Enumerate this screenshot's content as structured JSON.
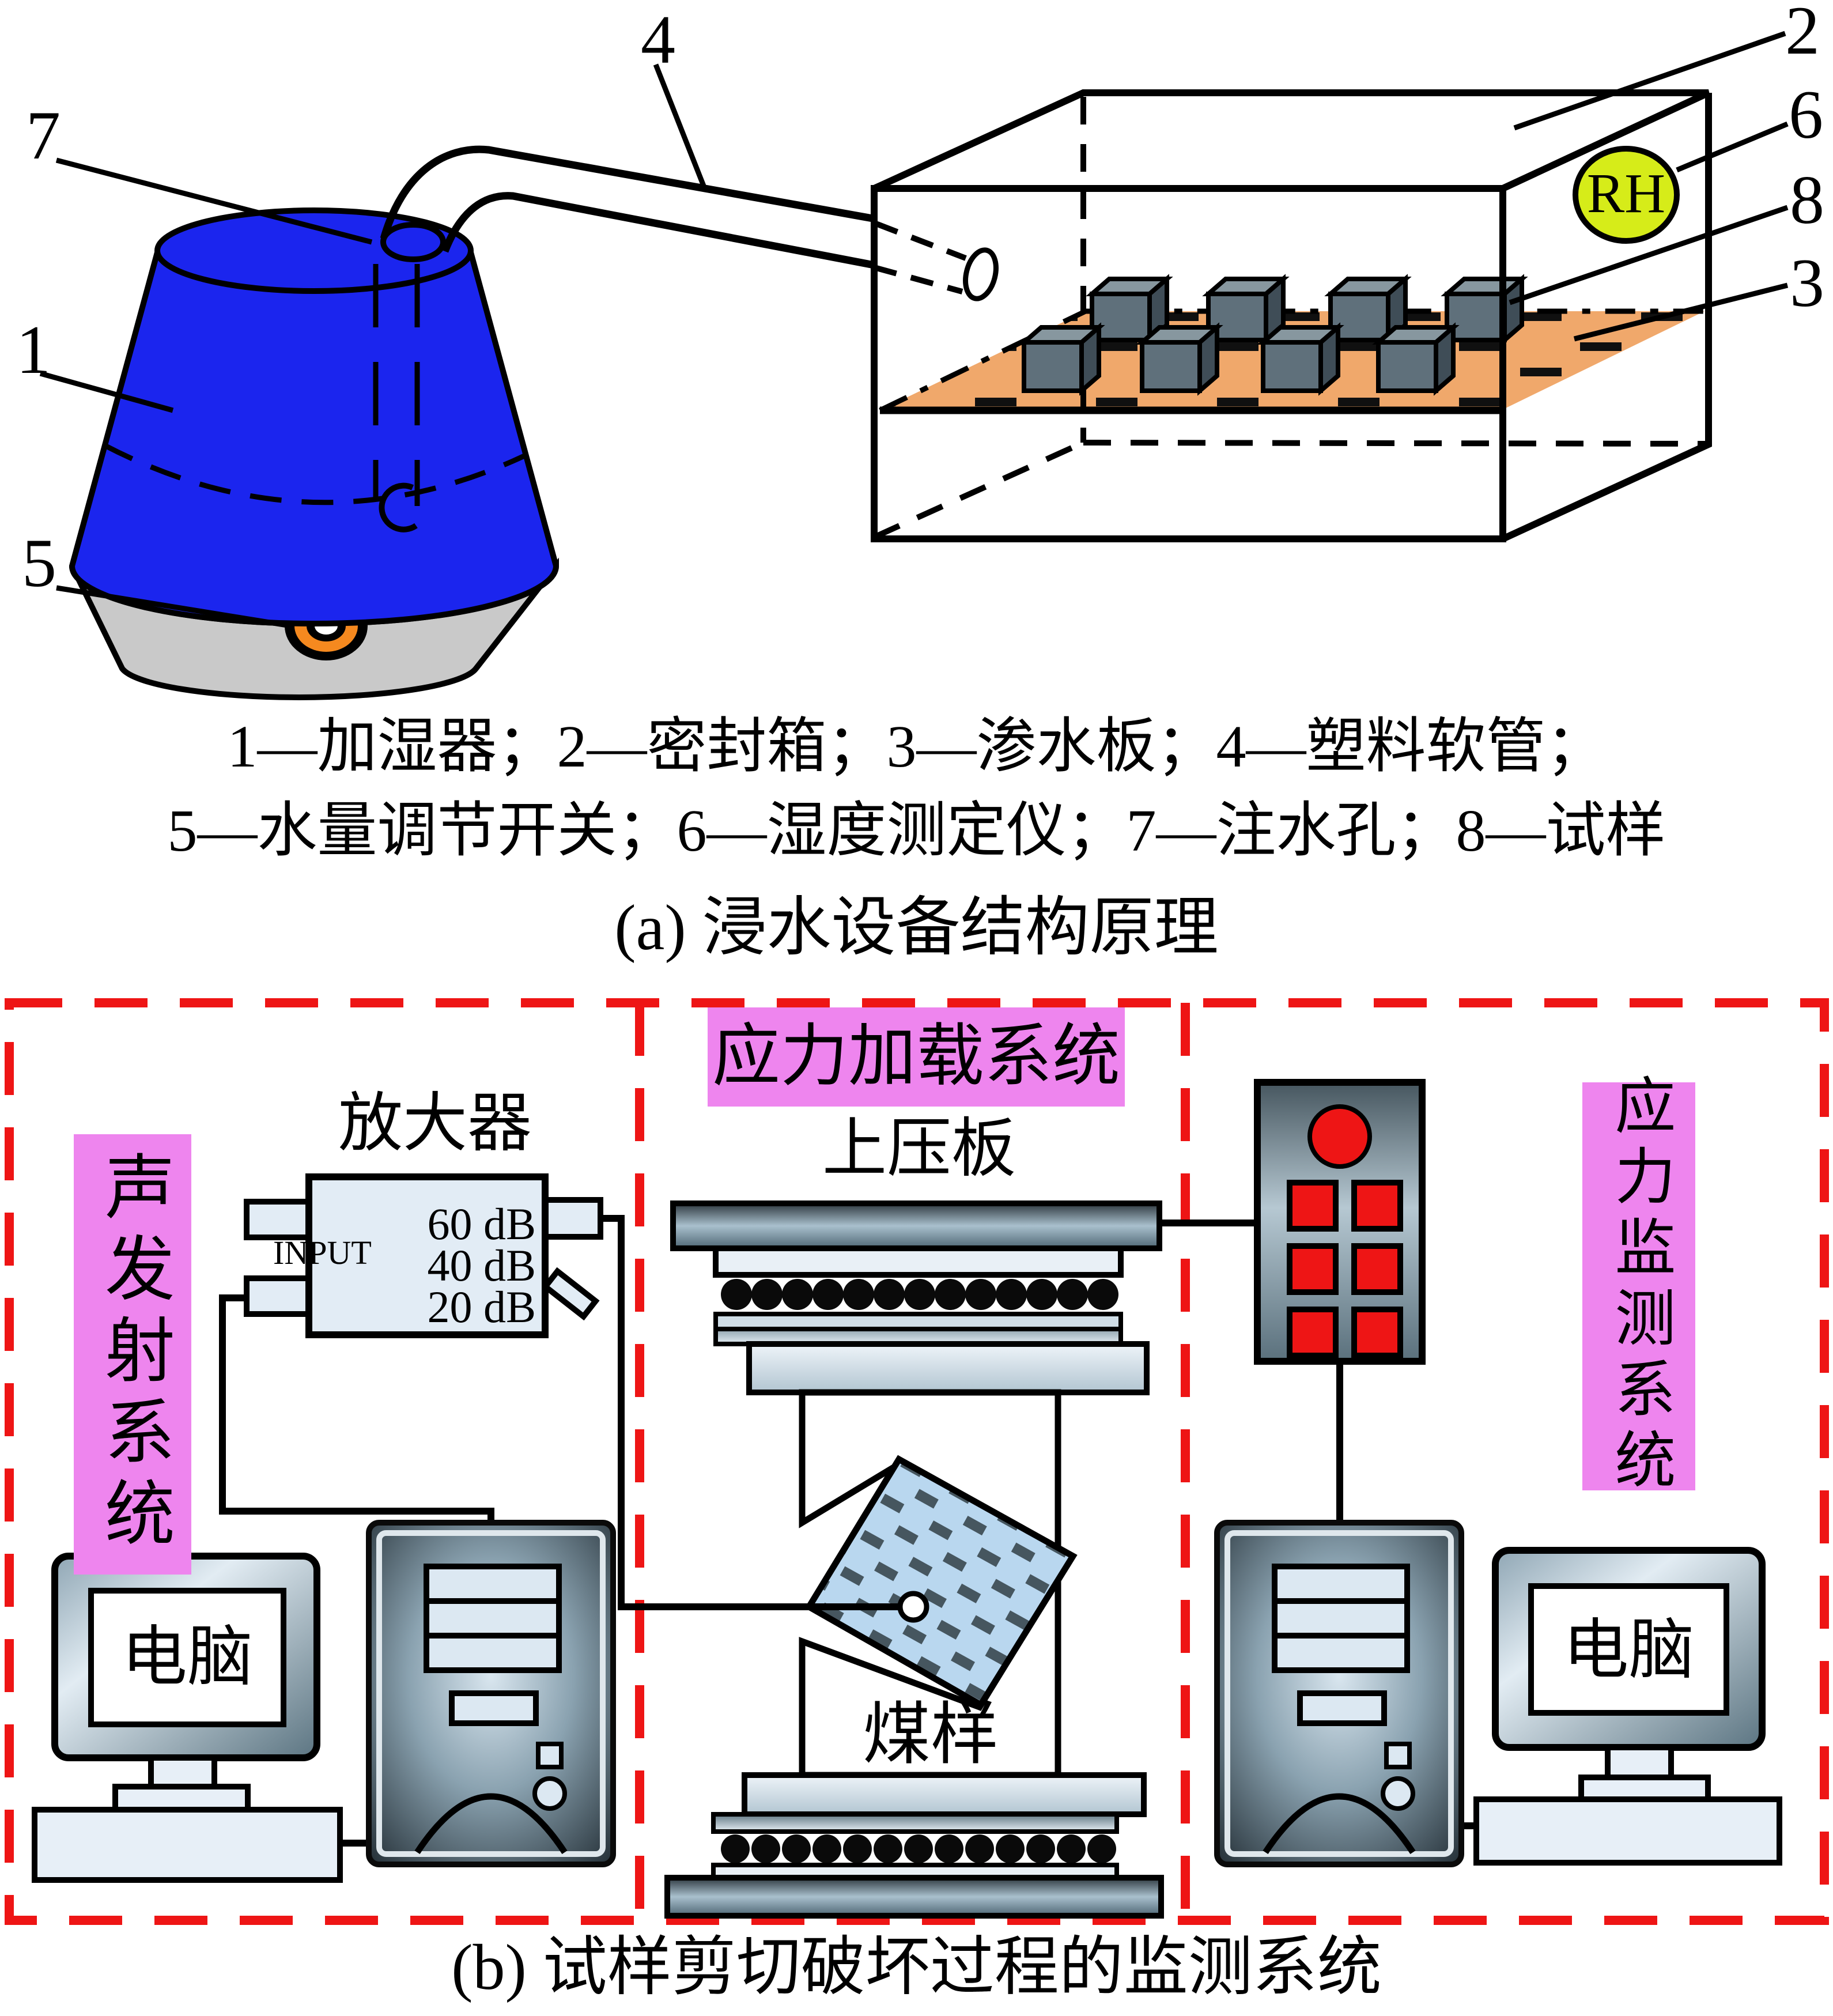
{
  "figure": {
    "part_a": {
      "callouts": {
        "1": "1",
        "2": "2",
        "3": "3",
        "4": "4",
        "5": "5",
        "6": "6",
        "7": "7",
        "8": "8"
      },
      "rh_label": "RH",
      "legend_line1": "1—加湿器；2—密封箱；3—渗水板；4—塑料软管；",
      "legend_line2": "5—水量调节开关；6—湿度测定仪；7—注水孔；8—试样",
      "caption": "(a) 浸水设备结构原理"
    },
    "part_b": {
      "ae_system_label": "声发射系统",
      "amplifier_title": "放大器",
      "input_label": "INPUT",
      "gain_labels": [
        "60 dB",
        "40 dB",
        "20 dB"
      ],
      "loading_system_label": "应力加载系统",
      "upper_platen_label": "上压板",
      "coal_sample_label": "煤样",
      "left_computer_label": "电脑",
      "right_computer_label": "电脑",
      "stress_monitoring_label": "应力监测系统",
      "caption": "(b) 试样剪切破坏过程的监测系统"
    },
    "colors": {
      "humidifier_blue": "#1b25ee",
      "base_gray": "#c9c9c9",
      "switch_orange": "#f5891f",
      "plate_orange": "#f0a86b",
      "rh_yellow_green": "#d6ec19",
      "cube_gray": "#5f707b",
      "pink_label_bg": "#ee85ee",
      "dashed_frame_red": "#ee1515",
      "specimen_blue": "#b9d7ef",
      "panel_light_blue": "#e2ecf5"
    }
  }
}
